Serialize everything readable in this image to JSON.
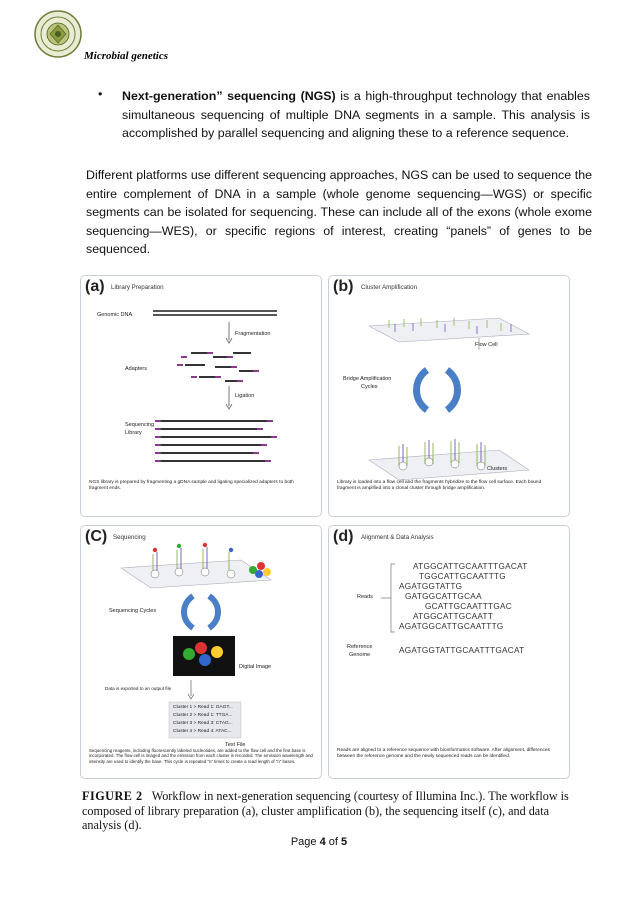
{
  "header": {
    "title": "Microbial genetics"
  },
  "bullet": {
    "term": "Next-generation” sequencing (NGS)",
    "text": " is a high-throughput technology that enables simultaneous sequencing of multiple DNA segments in a sample. This analysis is accomplished by parallel sequencing and aligning these to a reference sequence."
  },
  "paragraph": "Different platforms use different sequencing approaches, NGS can be used to sequence the entire complement of DNA in a sample (whole genome sequencing—WGS) or specific segments can be isolated for sequencing. These can include all of the exons (whole exome sequencing—WES), or specific regions of interest, creating “panels” of genes to be sequenced.",
  "figure": {
    "panel_a": {
      "label": "(a)",
      "title": "Library Preparation",
      "genomic": "Genomic DNA",
      "fragmentation": "Fragmentation",
      "adapters": "Adapters",
      "ligation": "Ligation",
      "library_line1": "Sequencing",
      "library_line2": "Library",
      "caption": "NGS library is prepared by fragmenting a gDNA sample and ligating specialized adapters to both fragment ends."
    },
    "panel_b": {
      "label": "(b)",
      "title": "Cluster Amplification",
      "flowcell": "Flow Cell",
      "bridge_line1": "Bridge Amplification",
      "bridge_line2": "Cycles",
      "clusters": "Clusters",
      "caption": "Library is loaded into a flow cell and the fragments hybridize to the flow cell surface. Each bound fragment is amplified into a clonal cluster through bridge amplification."
    },
    "panel_c": {
      "label": "(C)",
      "title": "Sequencing",
      "cycles": "Sequencing Cycles",
      "digital": "Digital Image",
      "exported": "Data is exported to an output file",
      "reads": [
        "Cluster 1 > Read 1: GAGT...",
        "Cluster 2 > Read 1: TTGA...",
        "Cluster 3 > Read 3: CTAG...",
        "Cluster 4 > Read 4: ATAC..."
      ],
      "textfile": "Text File",
      "caption": "Sequencing reagents, including fluorescently labeled nucleotides, are added to the flow cell and the first base is incorporated. The flow cell is imaged and the emission from each cluster is recorded. The emission wavelength and intensity are used to identify the base. This cycle is repeated “n” times to create a read length of “n” bases."
    },
    "panel_d": {
      "label": "(d)",
      "title": "Alignment & Data Analysis",
      "reads_label": "Reads",
      "reads": [
        "ATGGCATTGCAATTTGACAT",
        "TGGCATTGCAATTTG",
        "AGATGGTATTG",
        "GATGGCATTGCAA",
        "GCATTGCAATTTGAC",
        "ATGGCATTGCAATT",
        "AGATGGCATTGCAATTTG"
      ],
      "ref_line1": "Reference",
      "ref_line2": "Genome",
      "reference": "AGATGGTATTGCAATTTGACAT",
      "caption": "Reads are aligned to a reference sequence with bioinformatics software. After alignment, differences between the reference genome and the newly sequenced reads can be identified."
    }
  },
  "figure_caption": {
    "label": "FIGURE 2",
    "text": "Workflow in next-generation sequencing (courtesy of Illumina Inc.). The workflow is composed of library preparation (a), cluster amplification (b), the sequencing itself (c), and data analysis (d)."
  },
  "footer": {
    "prefix": "Page ",
    "page": "4",
    "middle": " of ",
    "total": "5"
  },
  "colors": {
    "accent_blue": "#4a7fc8",
    "text": "#111111",
    "panel_border": "#c9cfd6"
  }
}
